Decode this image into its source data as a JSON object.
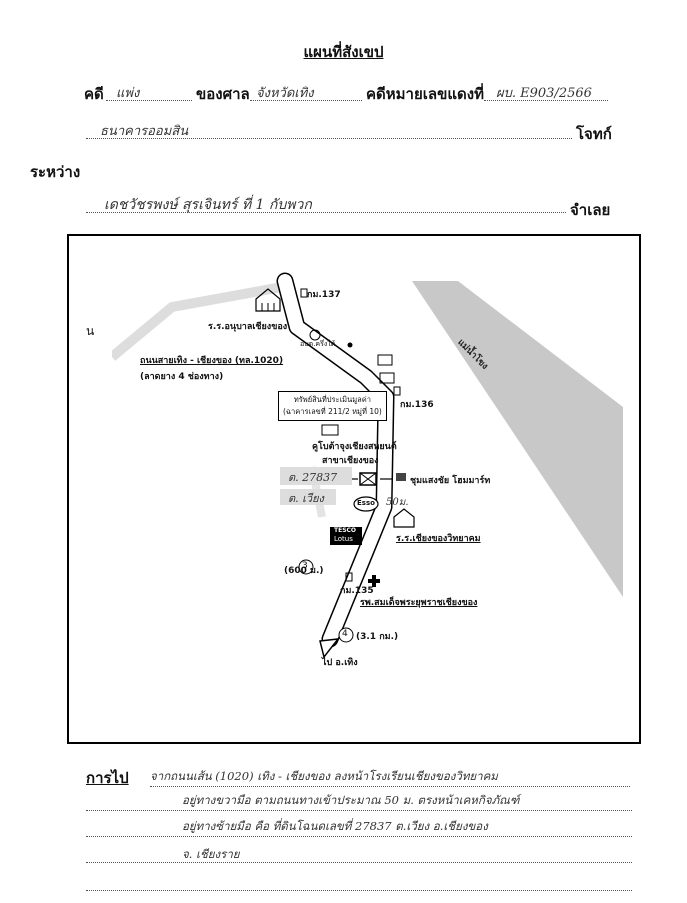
{
  "title": "แผนที่สังเขป",
  "header": {
    "case_label": "คดี",
    "case_value": "แพ่ง",
    "court_label": "ของศาล",
    "court_value": "จังหวัดเทิง",
    "red_no_label": "คดีหมายเลขแดงที่",
    "red_no_value": "ผบ. E903/2566",
    "plaintiff_value": "ธนาคารออมสิน",
    "plaintiff_label": "โจทก์",
    "between_label": "ระหว่าง",
    "defendant_value": "เดชวัชรพงษ์ สุรเจินทร์ ที่ 1 กับพวก",
    "defendant_label": "จำเลย"
  },
  "map": {
    "north_mark": "น",
    "km137": "กม.137",
    "school1": "ร.ร.อนุบาลเชียงของ",
    "district": "อบต.ครึ่งใต้",
    "road": "ถนนสายเทิง - เชียงของ (ทล.1020)",
    "road_sub": "(ลาดยาง 4 ช่องทาง)",
    "river": "แม่น้ำโขง",
    "property_line1": "ทรัพย์สินที่ประเมินมูลค่า",
    "property_line2": "(ฉาคารเลขที่ 211/2 หมู่ที่ 10)",
    "km136": "กม.136",
    "showroom1": "คูโบต้าจุงเชียงสหยนต์",
    "showroom2": "สาขาเชียงของ",
    "deed_no": "ต. 27837",
    "subdistrict": "ต. เวียง",
    "mart": "ชุมแสงชัย โฮมมาร์ท",
    "esso": "Esso",
    "dist50": "50ม.",
    "tesco1": "TESCO",
    "tesco2": "Lotus",
    "school2": "ร.ร.เชียงของวิทยาคม",
    "d600": "(600 ม.)",
    "r3": "3",
    "km135": "กม.135",
    "hospital": "รพ.สมเด็จพระยุพราชเชียงของ",
    "r4": "4",
    "d31": "(3.1 กม.)",
    "to": "ไป อ.เทิง"
  },
  "directions": {
    "label": "การไป",
    "lines": [
      "จากถนนเส้น (1020) เทิง - เชียงของ ลงหน้าโรงเรียนเชียงของวิทยาคม",
      "อยู่ทางขวามือ ตามถนนทางเข้าประมาณ 50 ม. ตรงหน้าเคหกิจภัณฑ์",
      "อยู่ทางซ้ายมือ คือ ที่ดินโฉนดเลขที่ 27837 ต.เวียง อ.เชียงของ",
      "จ. เชียงราย"
    ]
  }
}
